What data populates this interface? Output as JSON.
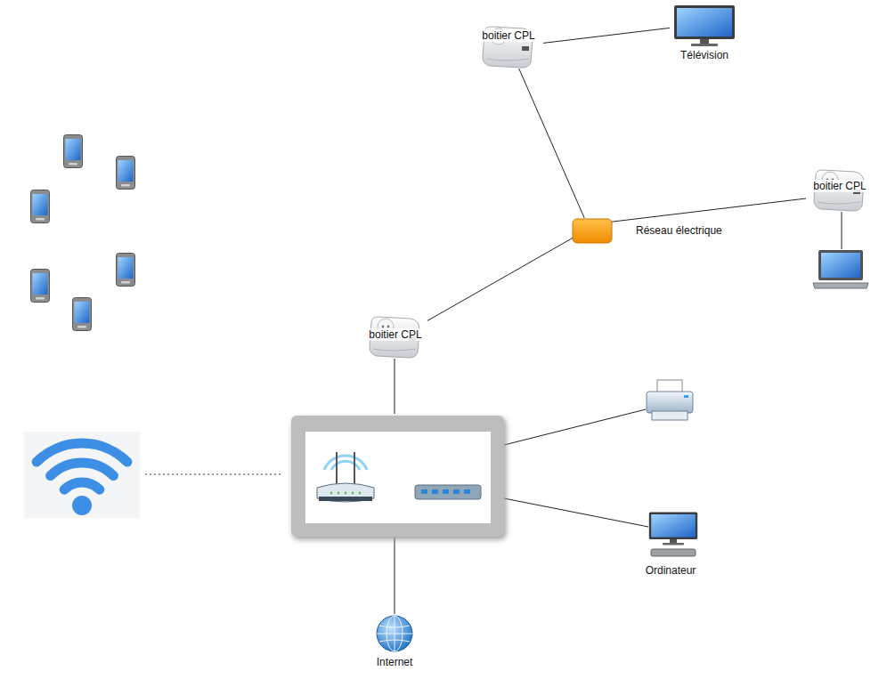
{
  "diagram": {
    "nodes": [
      {
        "text": [
          "boitier CPL"
        ]
      },
      {
        "text": [
          "Télévision"
        ]
      },
      {
        "text": [
          "boitier CPL"
        ]
      },
      {
        "text": [
          "Réseau électrique"
        ]
      },
      {
        "text": [
          "boitier CPL"
        ]
      },
      {
        "text": [
          "Ordinateur"
        ]
      },
      {
        "text": [
          "Internet"
        ]
      }
    ],
    "edges": [
      {
        "from": 0,
        "to": 1,
        "arrow": "none"
      },
      {
        "from": 0,
        "to": 3,
        "arrow": "none"
      },
      {
        "from": 3,
        "to": 2,
        "arrow": "none"
      },
      {
        "from": 3,
        "to": 4,
        "arrow": "none"
      }
    ]
  }
}
